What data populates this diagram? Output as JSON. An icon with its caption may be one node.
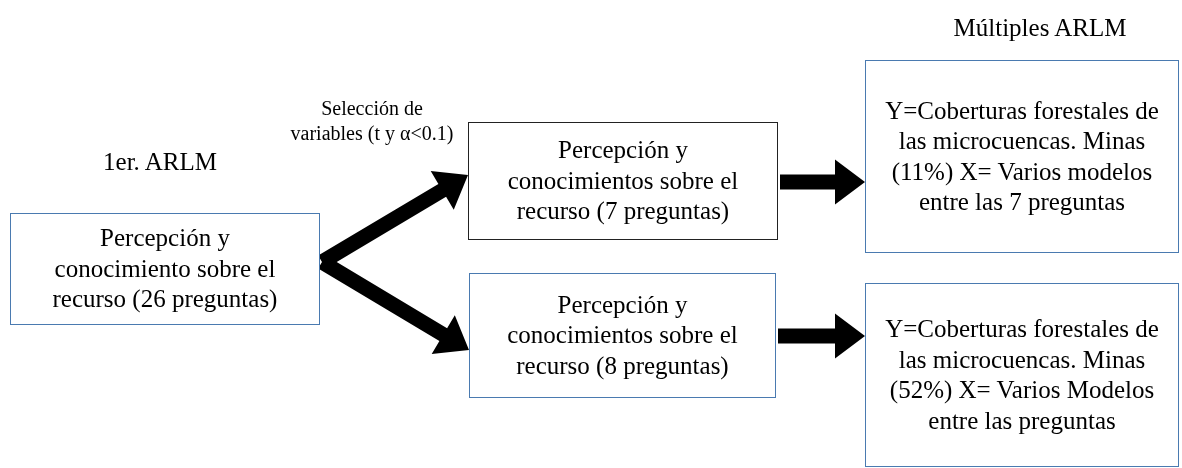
{
  "diagram": {
    "nodes": [
      {
        "text": [
          "Percepción y conocimiento sobre el recurso (26 preguntas)"
        ]
      },
      {
        "text": [
          "Percepción y conocimientos sobre el recurso (7 preguntas)"
        ]
      },
      {
        "text": [
          "Percepción y conocimientos sobre el recurso (8 preguntas)"
        ]
      },
      {
        "text": [
          "Y=Coberturas forestales de las microcuencas. Minas (11%) X= Varios modelos entre las 7 preguntas"
        ]
      },
      {
        "text": [
          "Y=Coberturas forestales de las microcuencas. Minas (52%) X= Varios Modelos entre las preguntas"
        ]
      }
    ],
    "edges": [
      {
        "from": 0,
        "to": 1,
        "arrow": "to",
        "style": "thick",
        "label": "Selección de variables (t y α<0.1)"
      },
      {
        "from": 0,
        "to": 2,
        "arrow": "to",
        "style": "thick"
      },
      {
        "from": 1,
        "to": 3,
        "arrow": "to",
        "style": "thick"
      },
      {
        "from": 2,
        "to": 4,
        "arrow": "to",
        "style": "thick"
      }
    ],
    "labels": [
      "Múltiples ARLM",
      "1er. ARLM"
    ]
  }
}
